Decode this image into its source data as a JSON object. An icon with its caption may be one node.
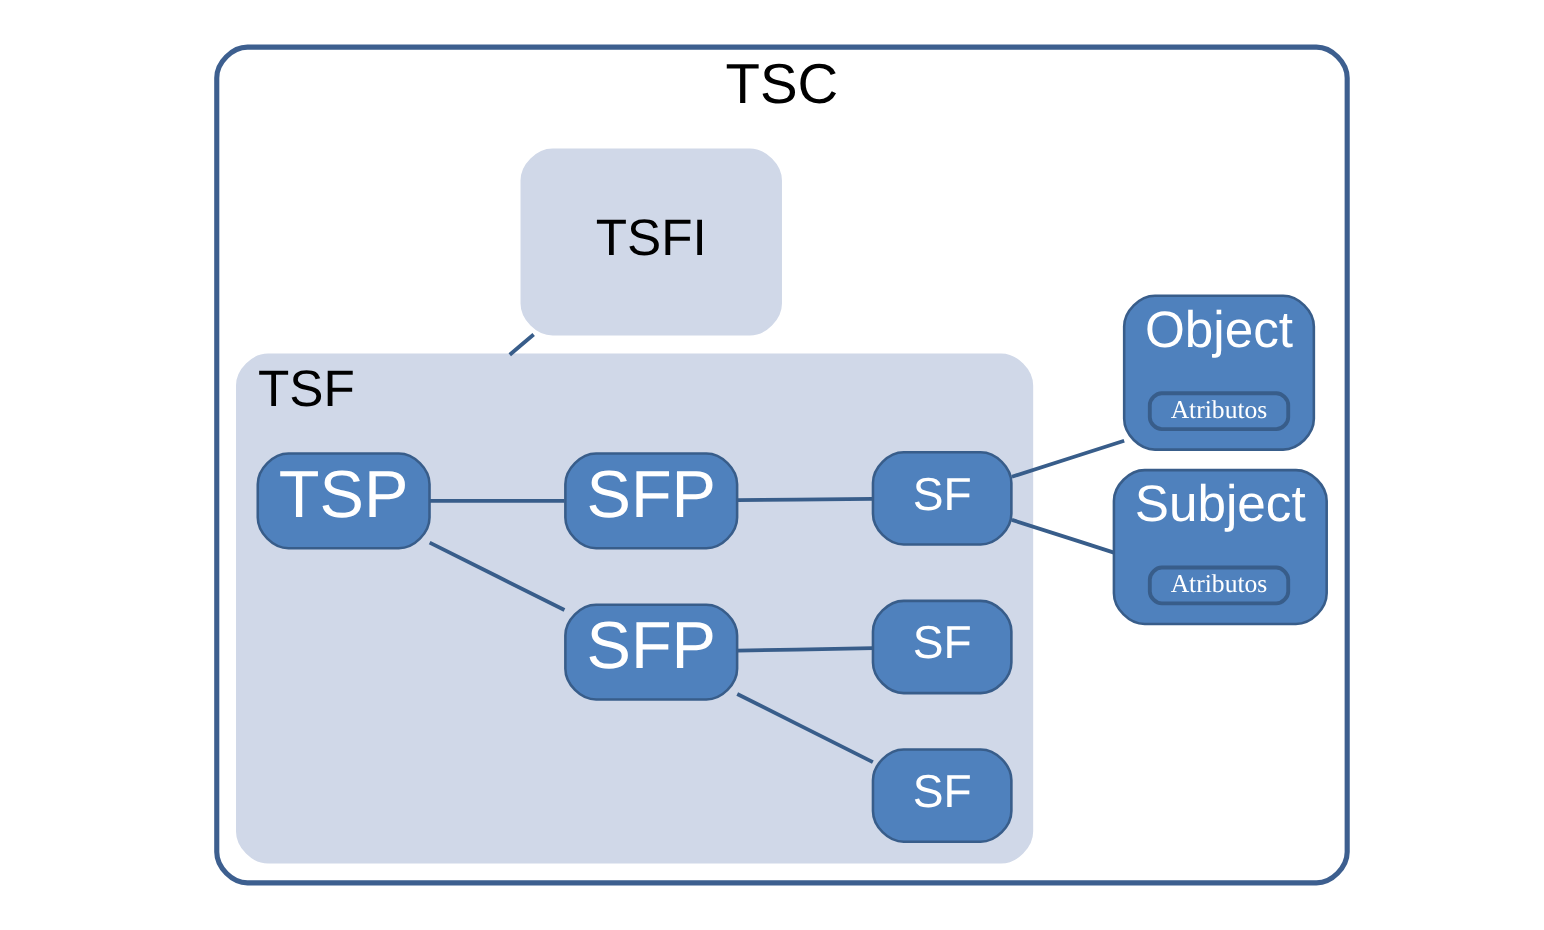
{
  "diagram": {
    "nodes": [
      {
        "text": [
          "TSC"
        ]
      },
      {
        "text": [
          "TSF"
        ],
        "in": 0
      },
      {
        "text": [
          "TSP"
        ],
        "in": 1
      },
      {
        "text": [
          "SFP"
        ],
        "in": 1
      },
      {
        "text": [
          "SFP"
        ],
        "in": 1
      },
      {
        "text": [
          "SF"
        ],
        "in": 1
      },
      {
        "text": [
          "SF"
        ],
        "in": 1
      },
      {
        "text": [
          "SF"
        ],
        "in": 1
      },
      {
        "text": [
          "TSFI"
        ],
        "in": 0
      },
      {
        "text": [
          "Subject"
        ],
        "in": 0
      },
      {
        "text": [
          "Atributos"
        ],
        "in": 9
      },
      {
        "text": [
          "Object"
        ],
        "in": 0
      },
      {
        "text": [
          "Atributos"
        ],
        "in": 11
      }
    ],
    "edges": [
      {
        "from": 2,
        "to": 3,
        "arrow": "none"
      },
      {
        "from": 2,
        "to": 4,
        "arrow": "none"
      },
      {
        "from": 3,
        "to": 5,
        "arrow": "none"
      },
      {
        "from": 3,
        "to": 6,
        "arrow": "none"
      },
      {
        "from": 4,
        "to": 7,
        "arrow": "none"
      },
      {
        "from": 1,
        "to": 8,
        "arrow": "none"
      },
      {
        "from": 7,
        "to": 9,
        "arrow": "none"
      },
      {
        "from": 7,
        "to": 11,
        "arrow": "none"
      }
    ]
  }
}
